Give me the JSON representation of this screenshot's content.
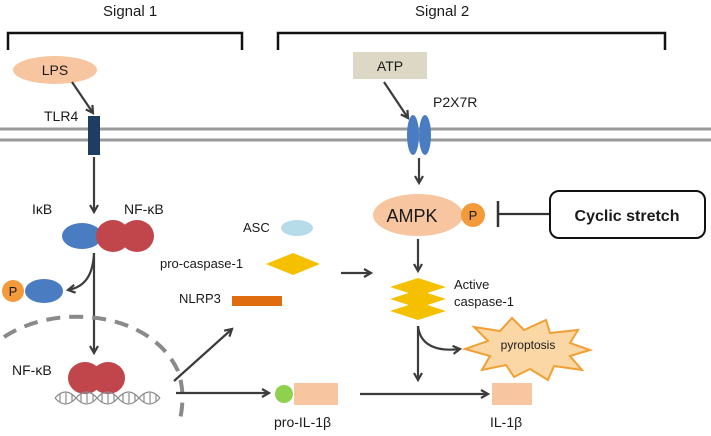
{
  "signals": {
    "signal1": "Signal 1",
    "signal2": "Signal 2"
  },
  "molecules": {
    "lps": "LPS",
    "atp": "ATP",
    "tlr4": "TLR4",
    "p2x7r": "P2X7R",
    "ikb": "IκB",
    "nfkb_top": "NF-κB",
    "phospho_left": "P",
    "nfkb_nucleus": "NF-κB",
    "asc": "ASC",
    "pro_caspase1": "pro-caspase-1",
    "nlrp3": "NLRP3",
    "ampk": "AMPK",
    "phospho_ampk": "P",
    "cyclic_stretch": "Cyclic stretch",
    "active": "Active",
    "caspase1": "caspase-1",
    "pyroptosis": "pyroptosis",
    "pro_il1b": "pro-IL-1β",
    "il1b": "IL-1β"
  },
  "colors": {
    "peach": "#f7c59f",
    "khaki": "#ddd8c6",
    "navy": "#1f3d63",
    "blue": "#4a7cc2",
    "red": "#c0464b",
    "orange": "#f39a3b",
    "lightblue": "#b7dce9",
    "yellow": "#f5c000",
    "darkorange": "#e06c10",
    "green": "#8fd14f",
    "membrane": "#9a9a9a",
    "arrow": "#3c3c3c",
    "burst_fill": "#fbd7a6",
    "burst_stroke": "#f0a035"
  }
}
